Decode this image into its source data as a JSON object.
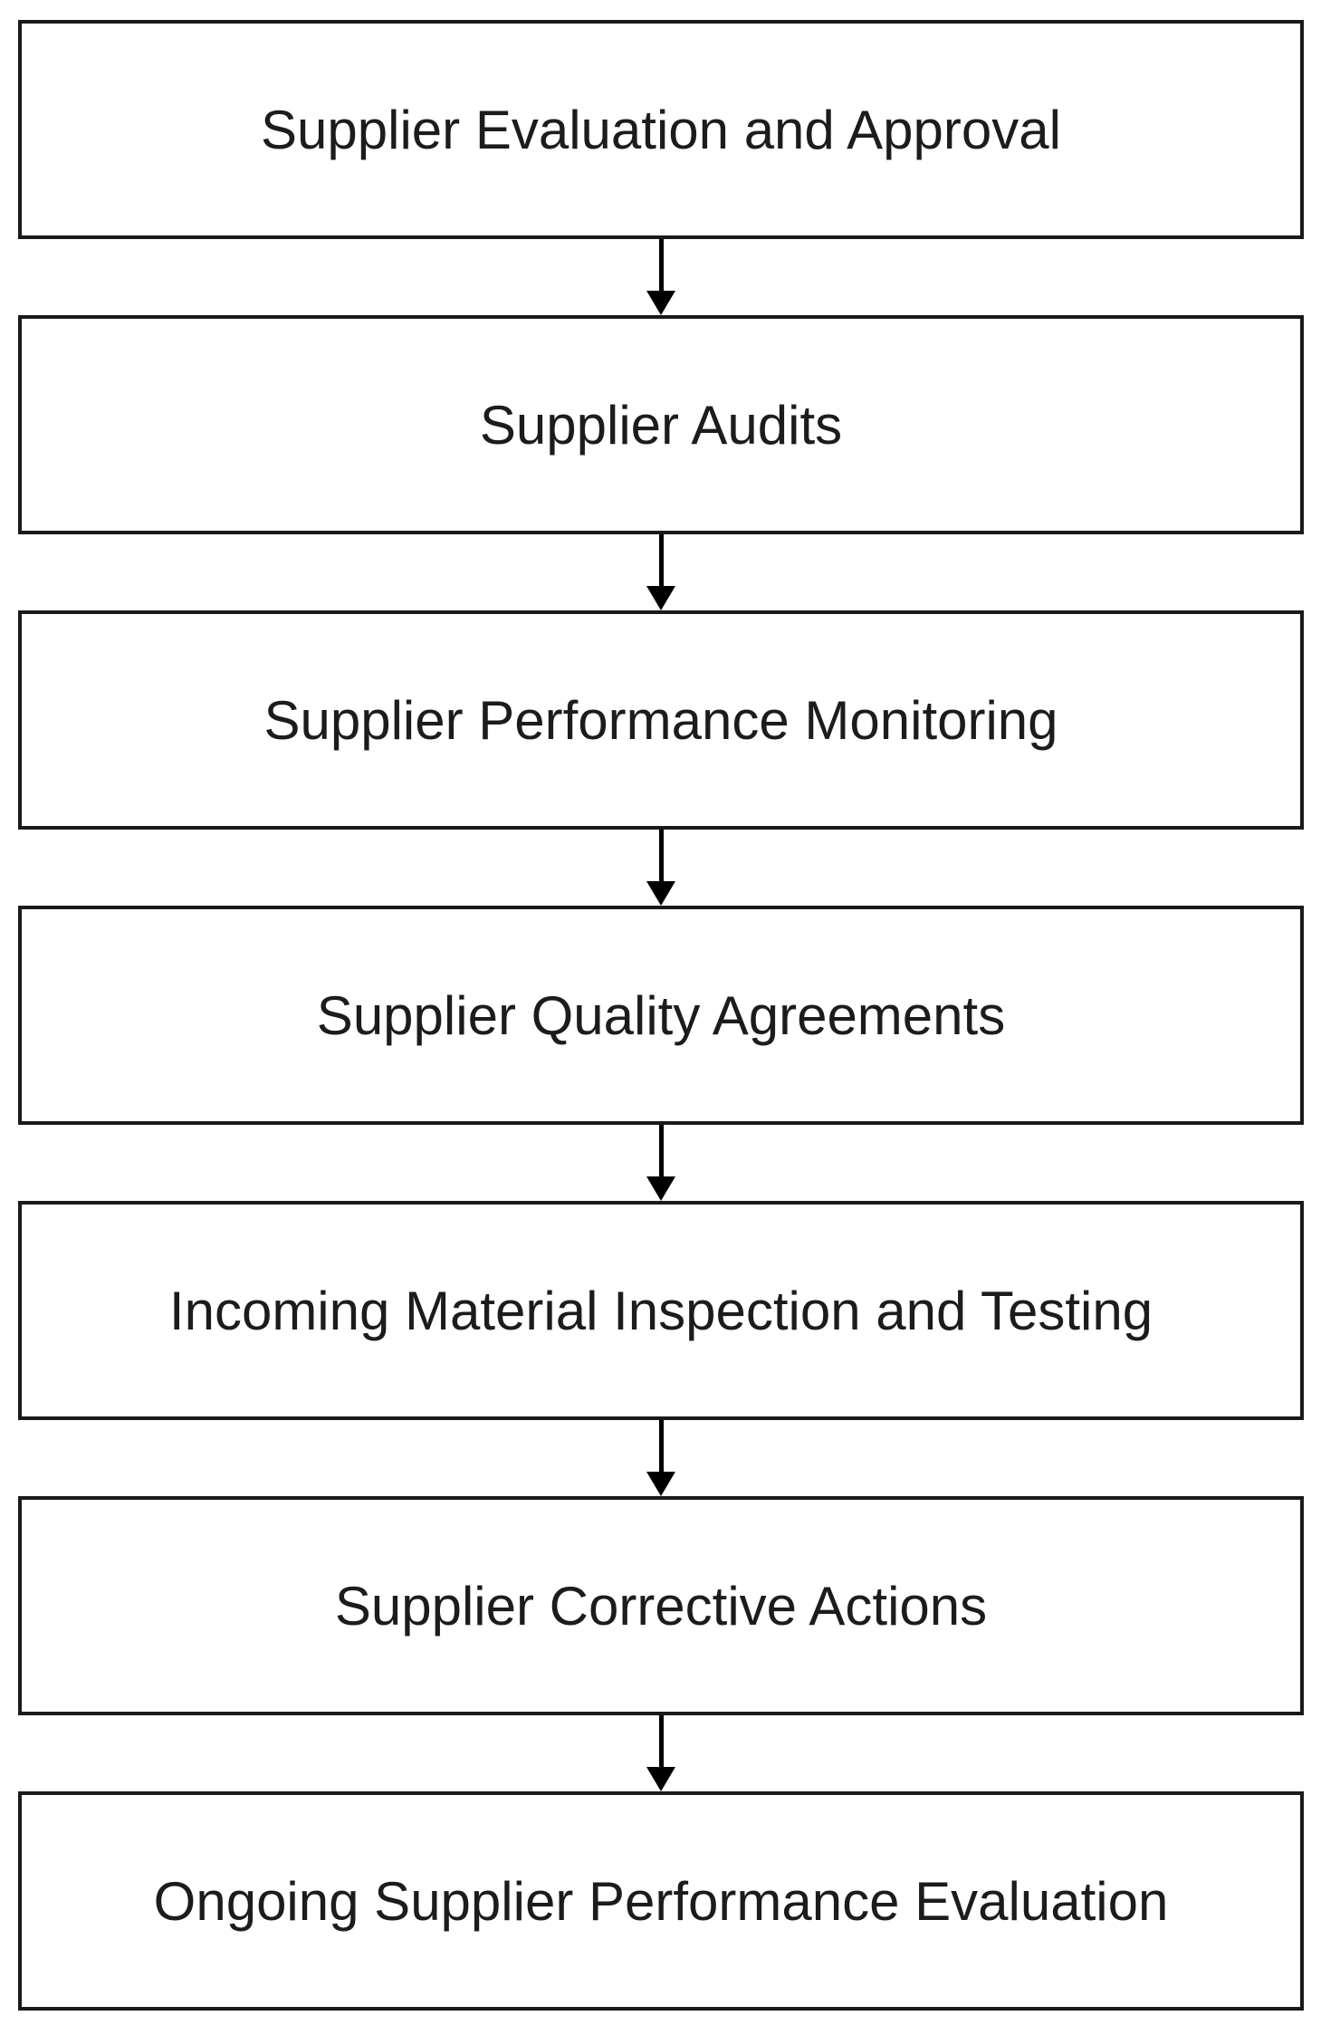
{
  "diagram": {
    "type": "flowchart",
    "direction": "top-down",
    "nodes": [
      {
        "id": 1,
        "label": "Supplier Evaluation and Approval"
      },
      {
        "id": 2,
        "label": "Supplier Audits"
      },
      {
        "id": 3,
        "label": "Supplier Performance Monitoring"
      },
      {
        "id": 4,
        "label": "Supplier Quality Agreements"
      },
      {
        "id": 5,
        "label": "Incoming Material Inspection and Testing"
      },
      {
        "id": 6,
        "label": "Supplier Corrective Actions"
      },
      {
        "id": 7,
        "label": "Ongoing Supplier Performance Evaluation"
      }
    ],
    "edges": [
      {
        "from": 1,
        "to": 2
      },
      {
        "from": 2,
        "to": 3
      },
      {
        "from": 3,
        "to": 4
      },
      {
        "from": 4,
        "to": 5
      },
      {
        "from": 5,
        "to": 6
      },
      {
        "from": 6,
        "to": 7
      }
    ],
    "colors": {
      "background": "#ffffff",
      "node_fill": "#ffffff",
      "node_border": "#1a1a1a",
      "text": "#1c1c1c",
      "arrow": "#000000"
    }
  }
}
